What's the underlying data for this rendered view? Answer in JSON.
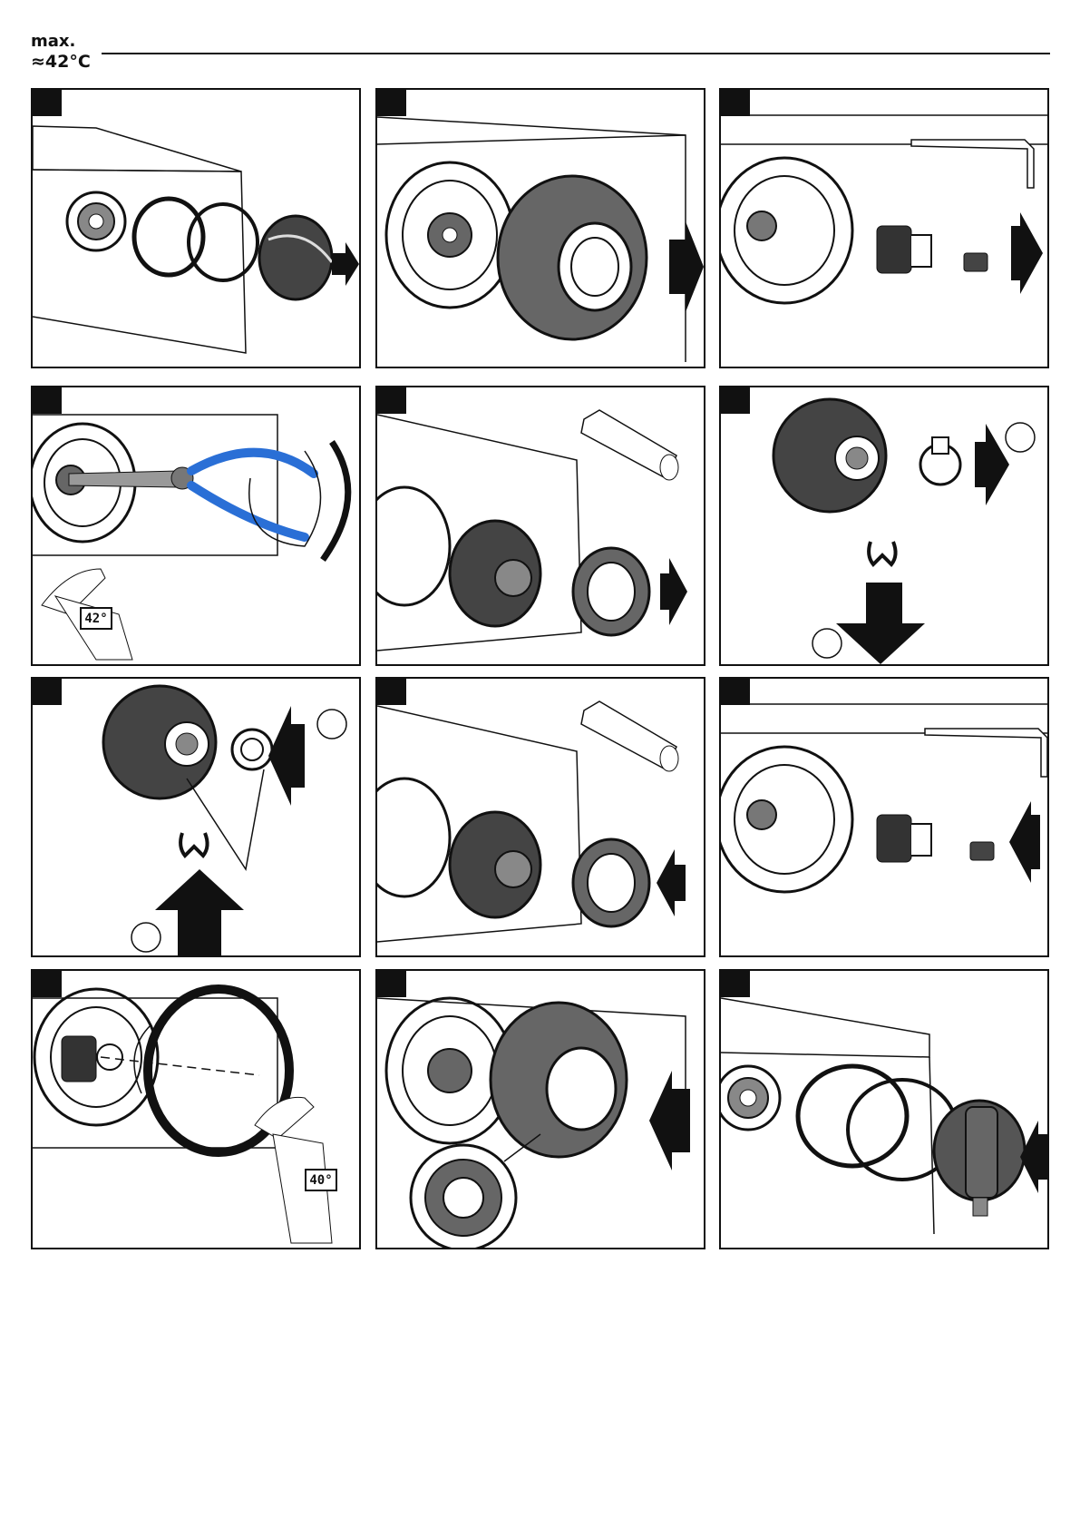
{
  "header": {
    "line1": "max.",
    "line2": "≈42°C"
  },
  "colors": {
    "ink": "#111111",
    "part_fill": "#555555",
    "plier_blue": "#2a6fd6",
    "badge": "#111111"
  },
  "steps": [
    {
      "number": "",
      "illustration": "remove-handle-and-rings"
    },
    {
      "number": "",
      "illustration": "remove-stop-ring"
    },
    {
      "number": "",
      "illustration": "remove-screw-and-spline-adapter"
    },
    {
      "number": "",
      "illustration": "measure-temperature-rotate-with-pliers",
      "thermometer": "42°"
    },
    {
      "number": "",
      "illustration": "unscrew-cartridge-with-socket"
    },
    {
      "number": "",
      "illustration": "remove-clip-and-stop-washer"
    },
    {
      "number": "",
      "illustration": "fit-clip-and-stop-washer"
    },
    {
      "number": "",
      "illustration": "refit-cartridge-with-socket"
    },
    {
      "number": "",
      "illustration": "refit-screw-and-spline-adapter"
    },
    {
      "number": "",
      "illustration": "rotate-and-measure-temperature",
      "thermometer": "40°"
    },
    {
      "number": "",
      "illustration": "refit-stop-ring"
    },
    {
      "number": "",
      "illustration": "refit-rings-and-handle"
    }
  ]
}
